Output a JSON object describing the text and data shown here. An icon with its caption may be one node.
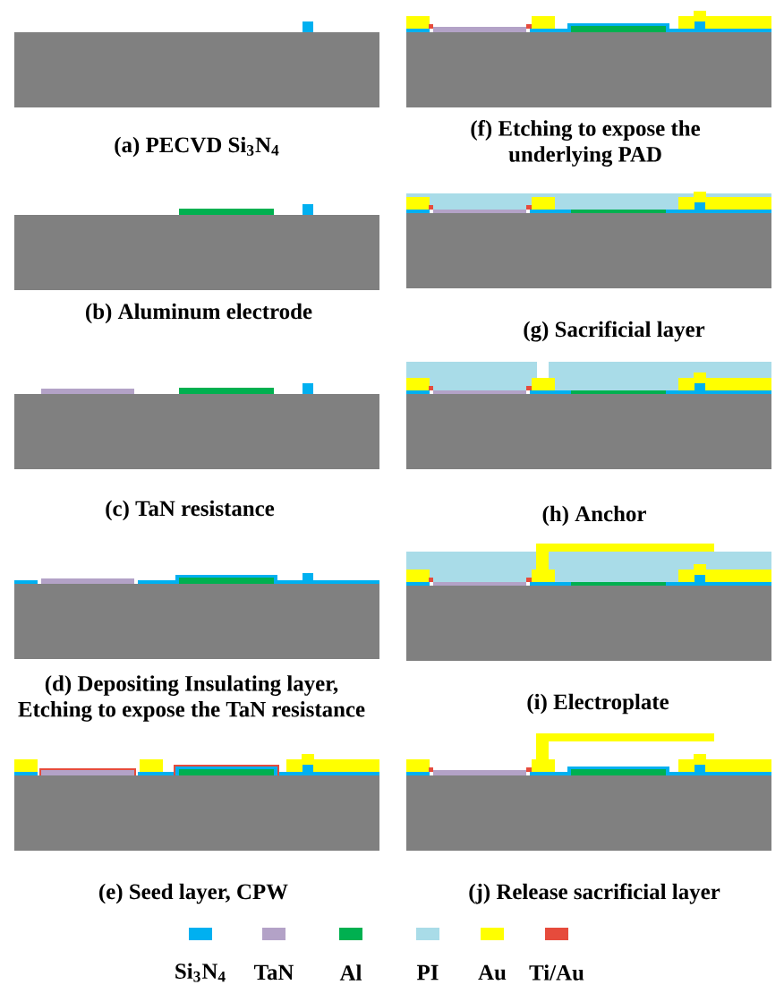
{
  "diagram": {
    "labels": [
      "(a) PECVD Si$_{3}$N$_{4}$",
      "(b) Aluminum electrode",
      "(c) TaN resistance",
      "(d) Depositing Insulating layer, Etching to expose the TaN resistance",
      "(e) Seed layer, CPW",
      "(f) Etching to expose the underlying PAD",
      "(g) Sacrificial layer",
      "(h) Anchor",
      "(i) Electroplate",
      "(j) Release sacrificial layer"
    ],
    "legend": [
      {
        "text": "Si$_{3}$N$_{4}$",
        "color": "#00b0f0"
      },
      {
        "text": "TaN",
        "color": "#b3a2c7"
      },
      {
        "text": "Al",
        "color": "#00b050"
      },
      {
        "text": "PI",
        "color": "#a9dce8"
      },
      {
        "text": "Au",
        "color": "#ffff00"
      },
      {
        "text": "Ti/Au",
        "color": "#e64b3c"
      }
    ]
  }
}
